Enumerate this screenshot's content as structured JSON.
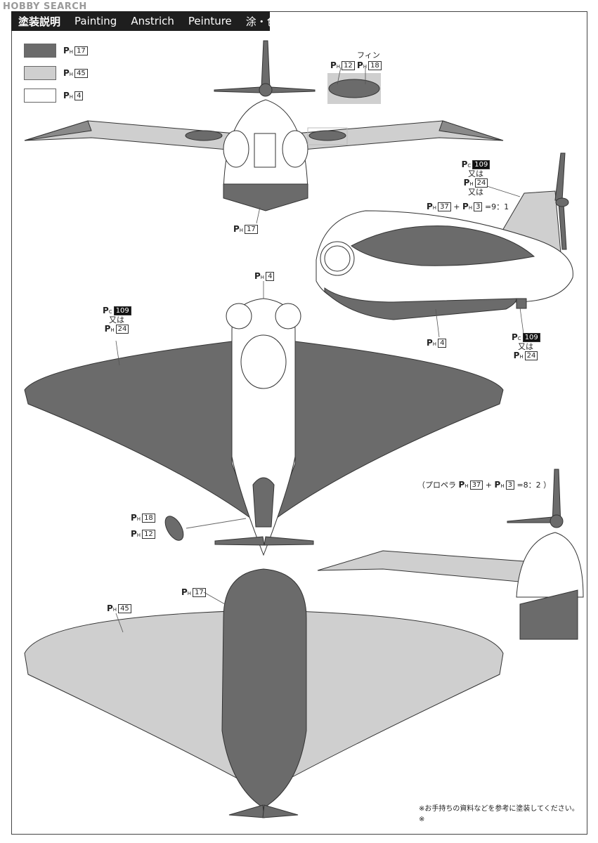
{
  "watermark": "HOBBY SEARCH",
  "header": {
    "title_jp": "塗装説明",
    "title_en": "Painting",
    "title_de": "Anstrich",
    "title_fr": "Peinture",
    "title_cn": "涂・色"
  },
  "colors": {
    "dark": "#6b6b6b",
    "light": "#cfcfcf",
    "white": "#ffffff",
    "line": "#333333"
  },
  "legend": [
    {
      "prefix": "P",
      "sub": "H",
      "num": "17"
    },
    {
      "prefix": "P",
      "sub": "H",
      "num": "45"
    },
    {
      "prefix": "P",
      "sub": "H",
      "num": "4"
    }
  ],
  "callouts": {
    "fin_label": "フィン",
    "fin_code_a": "12",
    "fin_code_b": "18",
    "front_belly": "17",
    "side_tail_pc": "109",
    "or_text": "又は",
    "side_tail_h": "24",
    "mix_a": "37",
    "mix_b": "3",
    "mix_ratio": "=9：1",
    "side_belly": "4",
    "side_nose_pc": "109",
    "side_nose_h": "24",
    "top_nose": "4",
    "top_wing_pc": "109",
    "top_wing_h": "24",
    "prop_text": "（プロペラ",
    "prop_a": "37",
    "prop_b": "3",
    "prop_ratio": "=8：2 ）",
    "intake_a": "18",
    "intake_b": "12",
    "bottom_body": "17",
    "bottom_wing": "45"
  },
  "footnote_1": "※お手持ちの資料などを参考に塗装してください。",
  "footnote_2": "※"
}
